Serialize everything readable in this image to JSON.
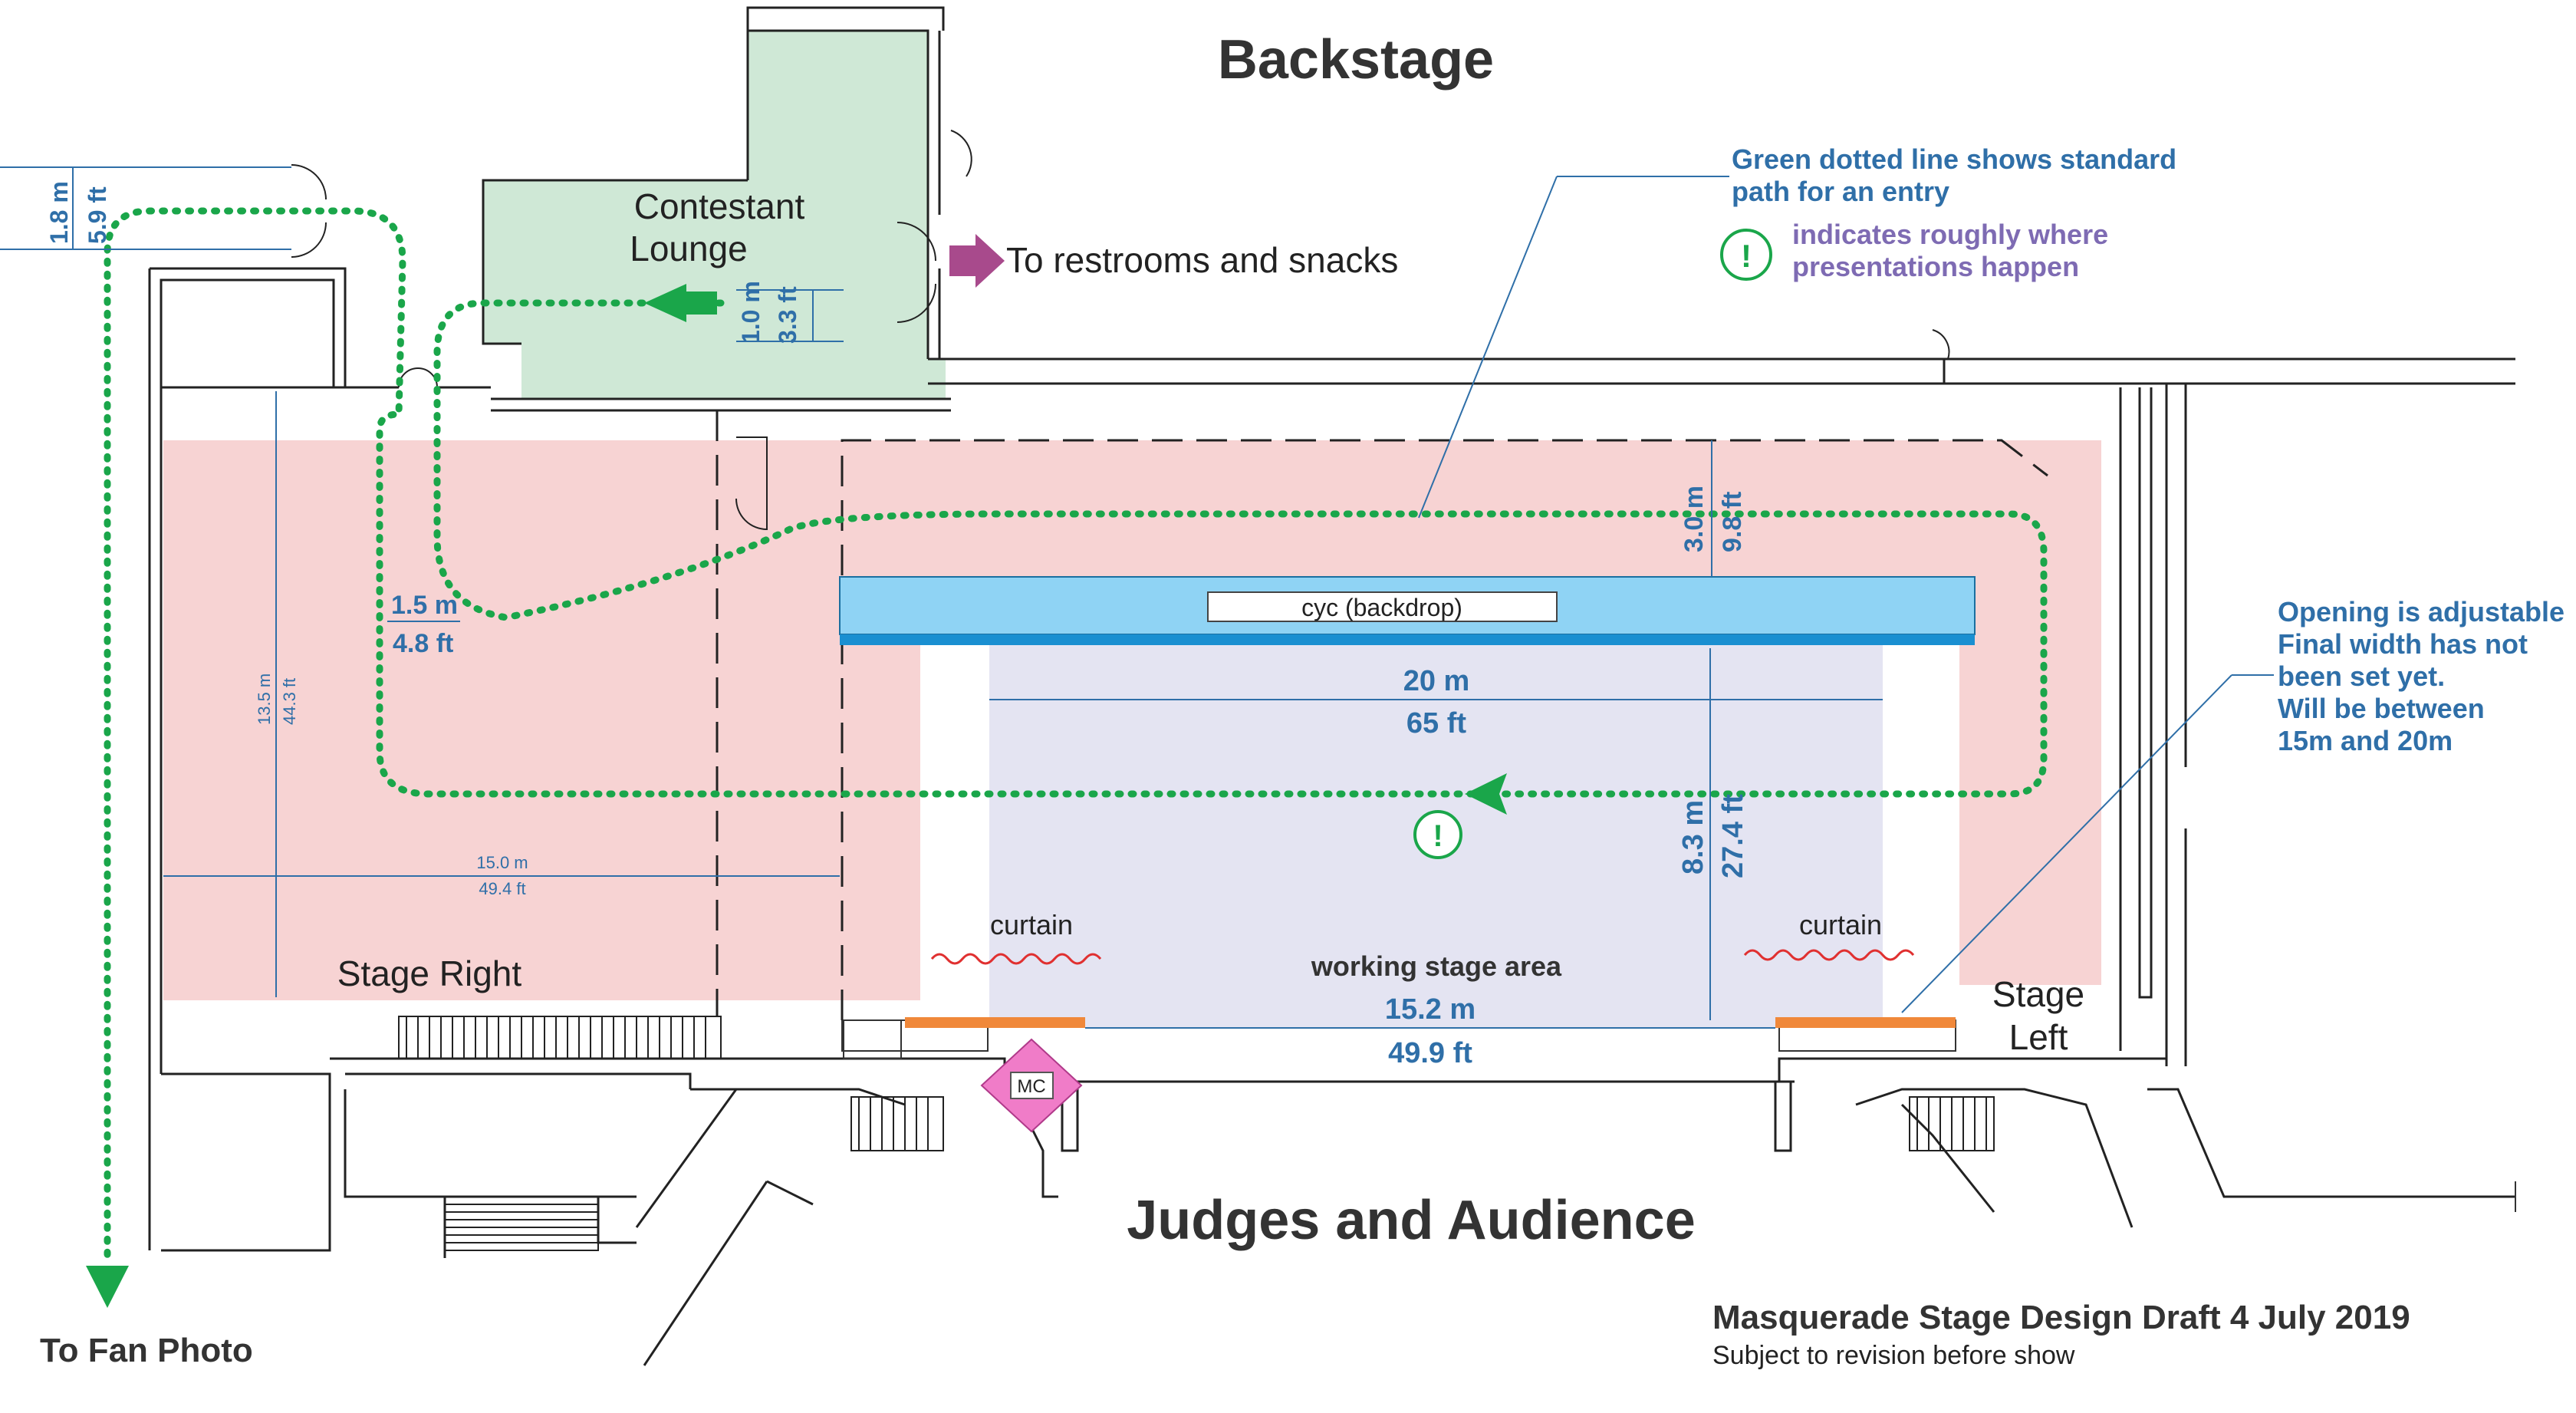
{
  "labels": {
    "backstage": "Backstage",
    "judges_audience": "Judges and Audience",
    "lounge_line1": "Contestant",
    "lounge_line2": "Lounge",
    "restrooms": "To restrooms and snacks",
    "fan_photo": "To Fan Photo",
    "stage_right": "Stage Right",
    "stage_left_line1": "Stage",
    "stage_left_line2": "Left",
    "cyc": "cyc (backdrop)",
    "curtain_left": "curtain",
    "curtain_right": "curtain",
    "working_area": "working stage area",
    "mc": "MC"
  },
  "legend": {
    "path_line1": "Green dotted line shows standard",
    "path_line2": "path for an entry",
    "presentation_line1": "indicates roughly where",
    "presentation_line2": "presentations happen",
    "marker_symbol": "!"
  },
  "opening_note": [
    "Opening is adjustable",
    "Final width has not",
    "been set yet.",
    "Will be between",
    "15m and 20m"
  ],
  "dimensions": {
    "door_m": "1.8 m",
    "door_ft": "5.9 ft",
    "lounge_m": "1.0 m",
    "lounge_ft": "3.3 ft",
    "gap_m": "1.5 m",
    "gap_ft": "4.8 ft",
    "depth_m": "3.0 m",
    "depth_ft": "9.8 ft",
    "cyc_width_m": "20 m",
    "cyc_width_ft": "65 ft",
    "stage_depth_m": "8.3 m",
    "stage_depth_ft": "27.4 ft",
    "wing_height_m": "13.5 m",
    "wing_height_ft": "44.3 ft",
    "wing_width_m": "15.0 m",
    "wing_width_ft": "49.4 ft",
    "front_m": "15.2 m",
    "front_ft": "49.9 ft"
  },
  "footer": {
    "title": "Masquerade Stage Design Draft 4 July 2019",
    "subtitle": "Subject to revision before show"
  },
  "colors": {
    "wing_pink": "#f7d3d3",
    "lounge_green": "#cfe8d6",
    "stage_lavender": "#e4e4f2",
    "cyc_blue": "#8fd3f4",
    "cyc_dark": "#1a8fd1",
    "path_green": "#1aa64a",
    "mc_pink": "#f07cc8",
    "arrow_purple": "#a84a8c",
    "curtain_orange": "#f0883a",
    "curtain_red": "#e03030",
    "text_blue": "#2f6fa8",
    "text_purple": "#7e6bb3"
  }
}
